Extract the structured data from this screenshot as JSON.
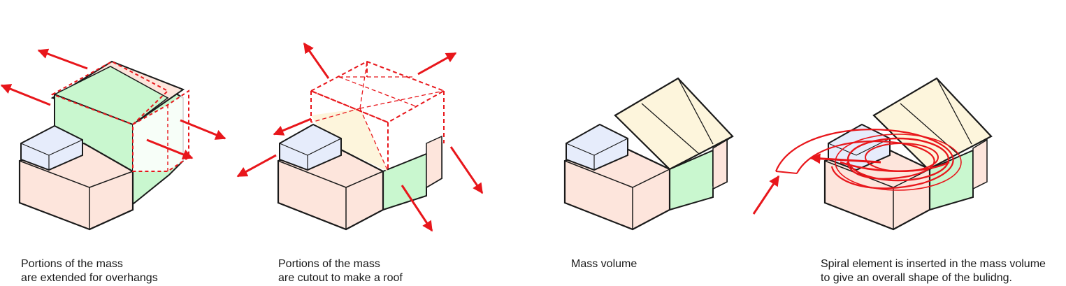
{
  "colors": {
    "outline": "#1a1a1a",
    "arrow_red": "#e8161b",
    "mass_pink": "#fde5dc",
    "mass_green": "#c9f7cf",
    "mass_blue": "#e6ecfb",
    "roof_cream": "#fdf5dc"
  },
  "panels": [
    {
      "icon": "mass-extension-overhang-diagram",
      "caption": [
        "Portions of the mass",
        "are extended for overhangs"
      ]
    },
    {
      "icon": "mass-cutout-roof-diagram",
      "caption": [
        "Portions of the mass",
        "are cutout to make a roof"
      ]
    },
    {
      "icon": "mass-volume-diagram",
      "caption": [
        "Mass volume"
      ]
    },
    {
      "icon": "spiral-insertion-diagram",
      "caption": [
        "Spiral element is inserted in the mass volume",
        "to give an overall shape of the bulidng."
      ]
    }
  ]
}
